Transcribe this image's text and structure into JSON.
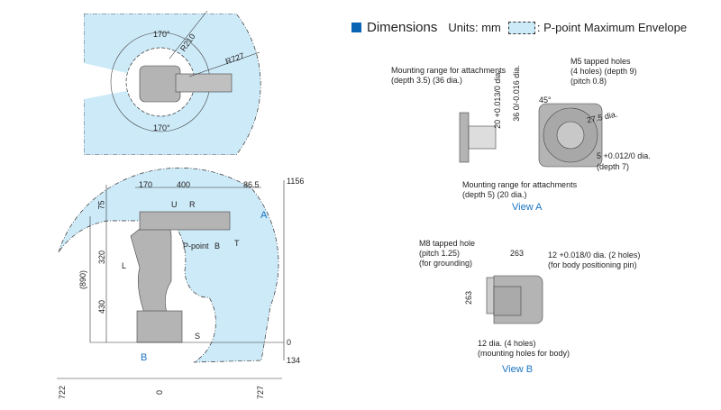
{
  "header": {
    "title": "Dimensions",
    "units": "Units: mm",
    "envelope_legend": ": P-point Maximum Envelope"
  },
  "colors": {
    "envelope": "#cdeaf8",
    "accent": "#0a64b4",
    "robot": "#b4b4b4"
  },
  "top_view": {
    "angle_top": "170°",
    "angle_bottom": "170°",
    "r_inner": "R210",
    "r_outer": "R727"
  },
  "side_view": {
    "dims": {
      "d170": "170",
      "d400": "400",
      "d865": "86.5",
      "d75": "75",
      "d320": "320",
      "d430": "430",
      "d890": "(890)",
      "h1156": "1156",
      "h0": "0",
      "h134": "134",
      "x722": "722",
      "x0": "0",
      "x727": "727"
    },
    "axes": {
      "U": "U",
      "R": "R",
      "B": "B",
      "T": "T",
      "L": "L",
      "S": "S",
      "ppoint": "P-point"
    },
    "view_a_arrow": "A",
    "view_b_arrow": "B"
  },
  "view_a": {
    "mount1": [
      "Mounting range for attachments",
      "(depth 3.5) (36 dia.)"
    ],
    "mount2": [
      "Mounting range for attachments",
      "(depth 5) (20 dia.)"
    ],
    "m5": [
      "M5 tapped holes",
      "(4 holes) (depth 9)",
      "(pitch 0.8)"
    ],
    "angle": "45°",
    "dia275": "27.5 dia.",
    "dia5": "5 +0.012/0 dia.",
    "depth7": "(depth 7)",
    "dia20": "20 +0.013/0 dia.",
    "dia36": "36 0/-0.016 dia.",
    "label": "View A"
  },
  "view_b": {
    "m8": [
      "M8 tapped hole",
      "(pitch 1.25)",
      "(for grounding)"
    ],
    "w": "263",
    "h": "263",
    "dia12pos": [
      "12 +0.018/0 dia. (2 holes)",
      "(for body positioning pin)"
    ],
    "dia12": [
      "12 dia. (4 holes)",
      "(mounting holes for body)"
    ],
    "label": "View B"
  }
}
